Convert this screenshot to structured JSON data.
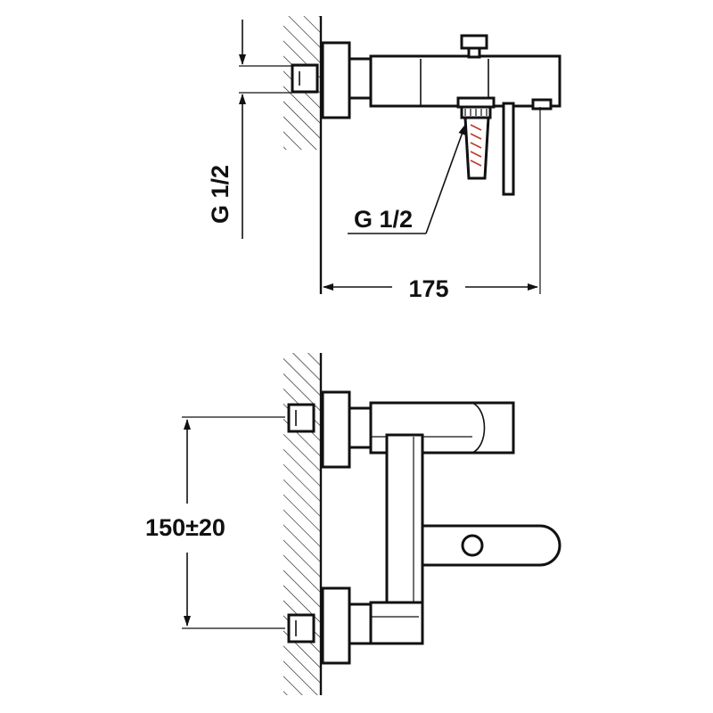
{
  "top_view": {
    "inlet_thread_label": "G 1/2",
    "outlet_thread_label": "G 1/2",
    "depth_dimension": "175"
  },
  "front_view": {
    "inlet_spacing_dimension": "150±20"
  },
  "colors": {
    "line": "#111111",
    "background": "#ffffff",
    "accent": "#c0392b"
  }
}
